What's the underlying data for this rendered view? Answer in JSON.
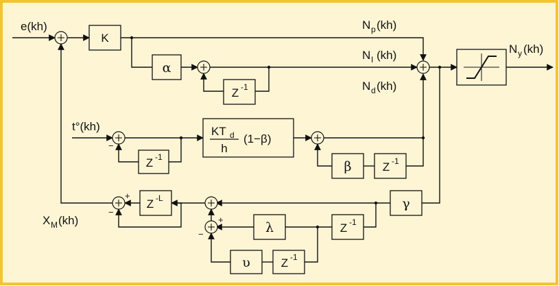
{
  "colors": {
    "background": "#fef5d5",
    "border": "#f4c430",
    "line": "#111111"
  },
  "signals": {
    "e": "e(kh)",
    "n_p_main": "N",
    "n_p_sub": "p",
    "n_p_arg": "(kh)",
    "n_i_main": "N",
    "n_i_sub": "I",
    "n_i_arg": "(kh)",
    "n_d_main": "N",
    "n_d_sub": "d",
    "n_d_arg": "(kh)",
    "n_y_main": "N",
    "n_y_sub": "y",
    "n_y_arg": "(kh)",
    "t": "t°(kh)",
    "x_m_main": "X",
    "x_m_sub": "M",
    "x_m_arg": "(kh)"
  },
  "blocks": {
    "k": "K",
    "alpha": "α",
    "beta": "β",
    "gamma": "γ",
    "lambda": "λ",
    "upsilon": "υ",
    "z_main": "Z",
    "z_exp": "-1",
    "zl_exp": "-L",
    "deriv_num_main": "KT",
    "deriv_num_sub": "d",
    "deriv_den": "h",
    "deriv_factor": "(1−β)"
  },
  "signs": {
    "plus": "+",
    "minus": "−"
  }
}
